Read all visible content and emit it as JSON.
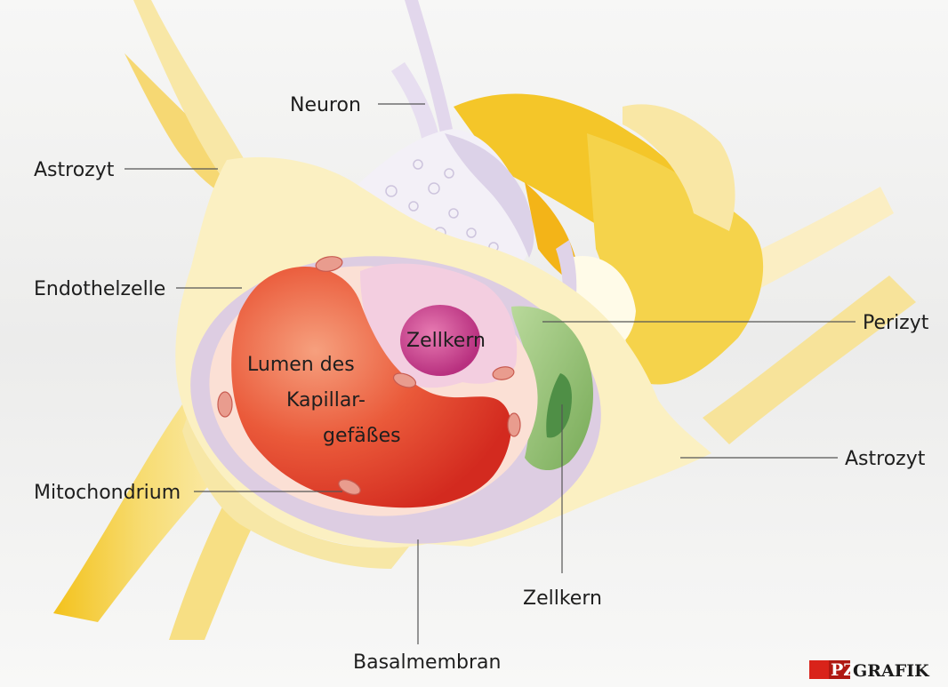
{
  "labels": {
    "neuron": "Neuron",
    "astrozyt_top": "Astrozyt",
    "endothelzelle": "Endothelzelle",
    "perizyt": "Perizyt",
    "astrozyt_right": "Astrozyt",
    "mitochondrium": "Mitochondrium",
    "zellkern_bottom": "Zellkern",
    "basalmembran": "Basalmembran",
    "zellkern_inner": "Zellkern",
    "lumen_line1": "Lumen des",
    "lumen_line2": "Kapillar-",
    "lumen_line3": "gefäßes"
  },
  "logo": {
    "badge": "PZ",
    "word": "GRAFIK"
  },
  "colors": {
    "astrocyte": "#f1c62c",
    "astrocyte_light": "#fbf0bf",
    "endothelium": "#fbdcd2",
    "basal_membrane": "#dccde0",
    "lumen": "#e5402c",
    "nucleus": "#c63e8f",
    "pericyte": "#8dbb6c",
    "pericyte_nucleus": "#4b8a43",
    "mitochondrium": "#d9786d",
    "logo_red": "#d9231a"
  }
}
